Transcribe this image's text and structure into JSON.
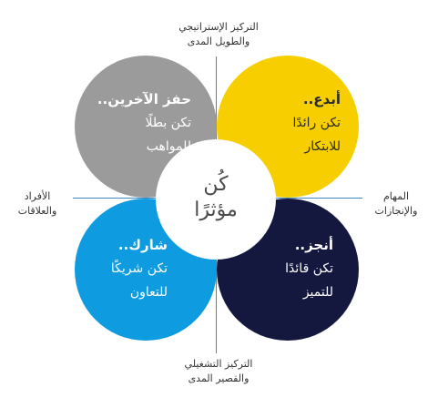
{
  "center": {
    "line1": "كُن",
    "line2": "مؤثرًا"
  },
  "axes": {
    "top": [
      "التركيز الإستراتيجي",
      "والطويل المدى"
    ],
    "bottom": [
      "التركيز التشغيلي",
      "والقصير المدى"
    ],
    "left": [
      "الأفراد",
      "والعلاقات"
    ],
    "right": [
      "المهام",
      "والإنجازات"
    ]
  },
  "petals": {
    "top_left": {
      "title": "حفز الآخرين..",
      "line2": "تكن بطلًا",
      "line3": "للمواهب"
    },
    "top_right": {
      "title": "أبدع..",
      "line2": "تكن رائدًا",
      "line3": "للابتكار"
    },
    "bottom_left": {
      "title": "شارك..",
      "line2": "تكن شريكًا",
      "line3": "للتعاون"
    },
    "bottom_right": {
      "title": "أنجز..",
      "line2": "تكن قائدًا",
      "line3": "للتميز"
    }
  },
  "colors": {
    "top_left": "#9b9b9b",
    "top_right": "#f7cf00",
    "bottom_left": "#0e9be0",
    "bottom_right": "#14183f",
    "axis": "#3d8ac4"
  }
}
